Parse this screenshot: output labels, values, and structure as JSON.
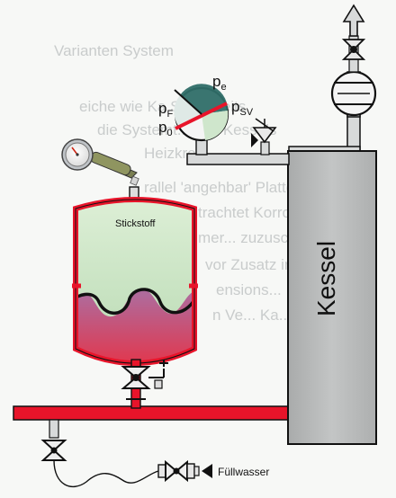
{
  "labels": {
    "kessel": "Kessel",
    "stickstoff": "Stickstoff",
    "fuellwasser": "Füllwasser",
    "pe": "p",
    "pe_sub": "e",
    "pf": "p",
    "pf_sub": "F",
    "psv": "p",
    "psv_sub": "SV",
    "p0": "p",
    "p0_sub": "0"
  },
  "background_text": [
    "eiche wie Ka Sicherheits",
    "die Systemt... des Kessels",
    "Heizkreis",
    "rallel 'angehbar' Platten",
    "trachtet Korrosion",
    "mer... zuzuschi...",
    "vor Zusatz in",
    "ensions...",
    "n Ve... Ka...",
    "Varianten System"
  ],
  "colors": {
    "pipe_red": "#e8142a",
    "boiler_gray": "#b9bbbb",
    "gas_green": "#cfe8c8",
    "water_blue": "#6a6ec4",
    "outline": "#111111"
  }
}
